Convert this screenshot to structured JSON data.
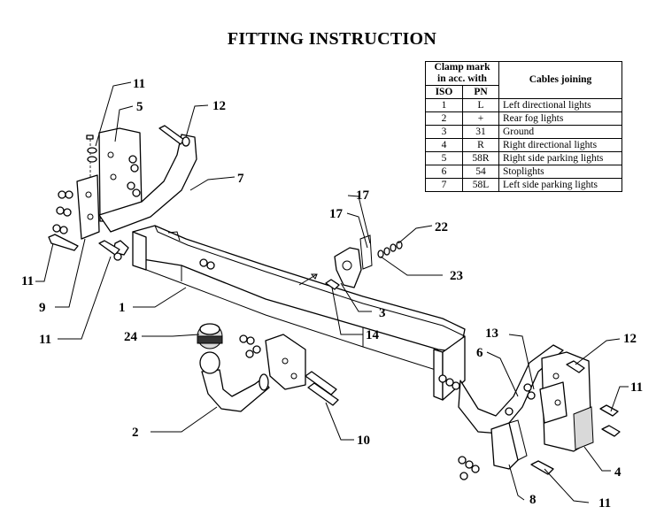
{
  "title": "FITTING INSTRUCTION",
  "table": {
    "header_clamp": "Clamp mark in acc. with",
    "header_cables": "Cables joining",
    "header_iso": "ISO",
    "header_pn": "PN",
    "rows": [
      {
        "iso": "1",
        "pn": "L",
        "cable": "Left directional lights"
      },
      {
        "iso": "2",
        "pn": "+",
        "cable": "Rear fog lights"
      },
      {
        "iso": "3",
        "pn": "31",
        "cable": "Ground"
      },
      {
        "iso": "4",
        "pn": "R",
        "cable": "Right directional lights"
      },
      {
        "iso": "5",
        "pn": "58R",
        "cable": "Right side parking lights"
      },
      {
        "iso": "6",
        "pn": "54",
        "cable": "Stoplights"
      },
      {
        "iso": "7",
        "pn": "58L",
        "cable": "Left side parking lights"
      }
    ]
  },
  "labels": {
    "l11a": "11",
    "l5": "5",
    "l12a": "12",
    "l7": "7",
    "l11b": "11",
    "l9": "9",
    "l1": "1",
    "l11c": "11",
    "l17a": "17",
    "l17b": "17",
    "l22": "22",
    "l23": "23",
    "l3": "3",
    "l14": "14",
    "l24": "24",
    "l2": "2",
    "l10": "10",
    "l13": "13",
    "l6": "6",
    "l12b": "12",
    "l11d": "11",
    "l4": "4",
    "l8": "8",
    "l11e": "11"
  }
}
